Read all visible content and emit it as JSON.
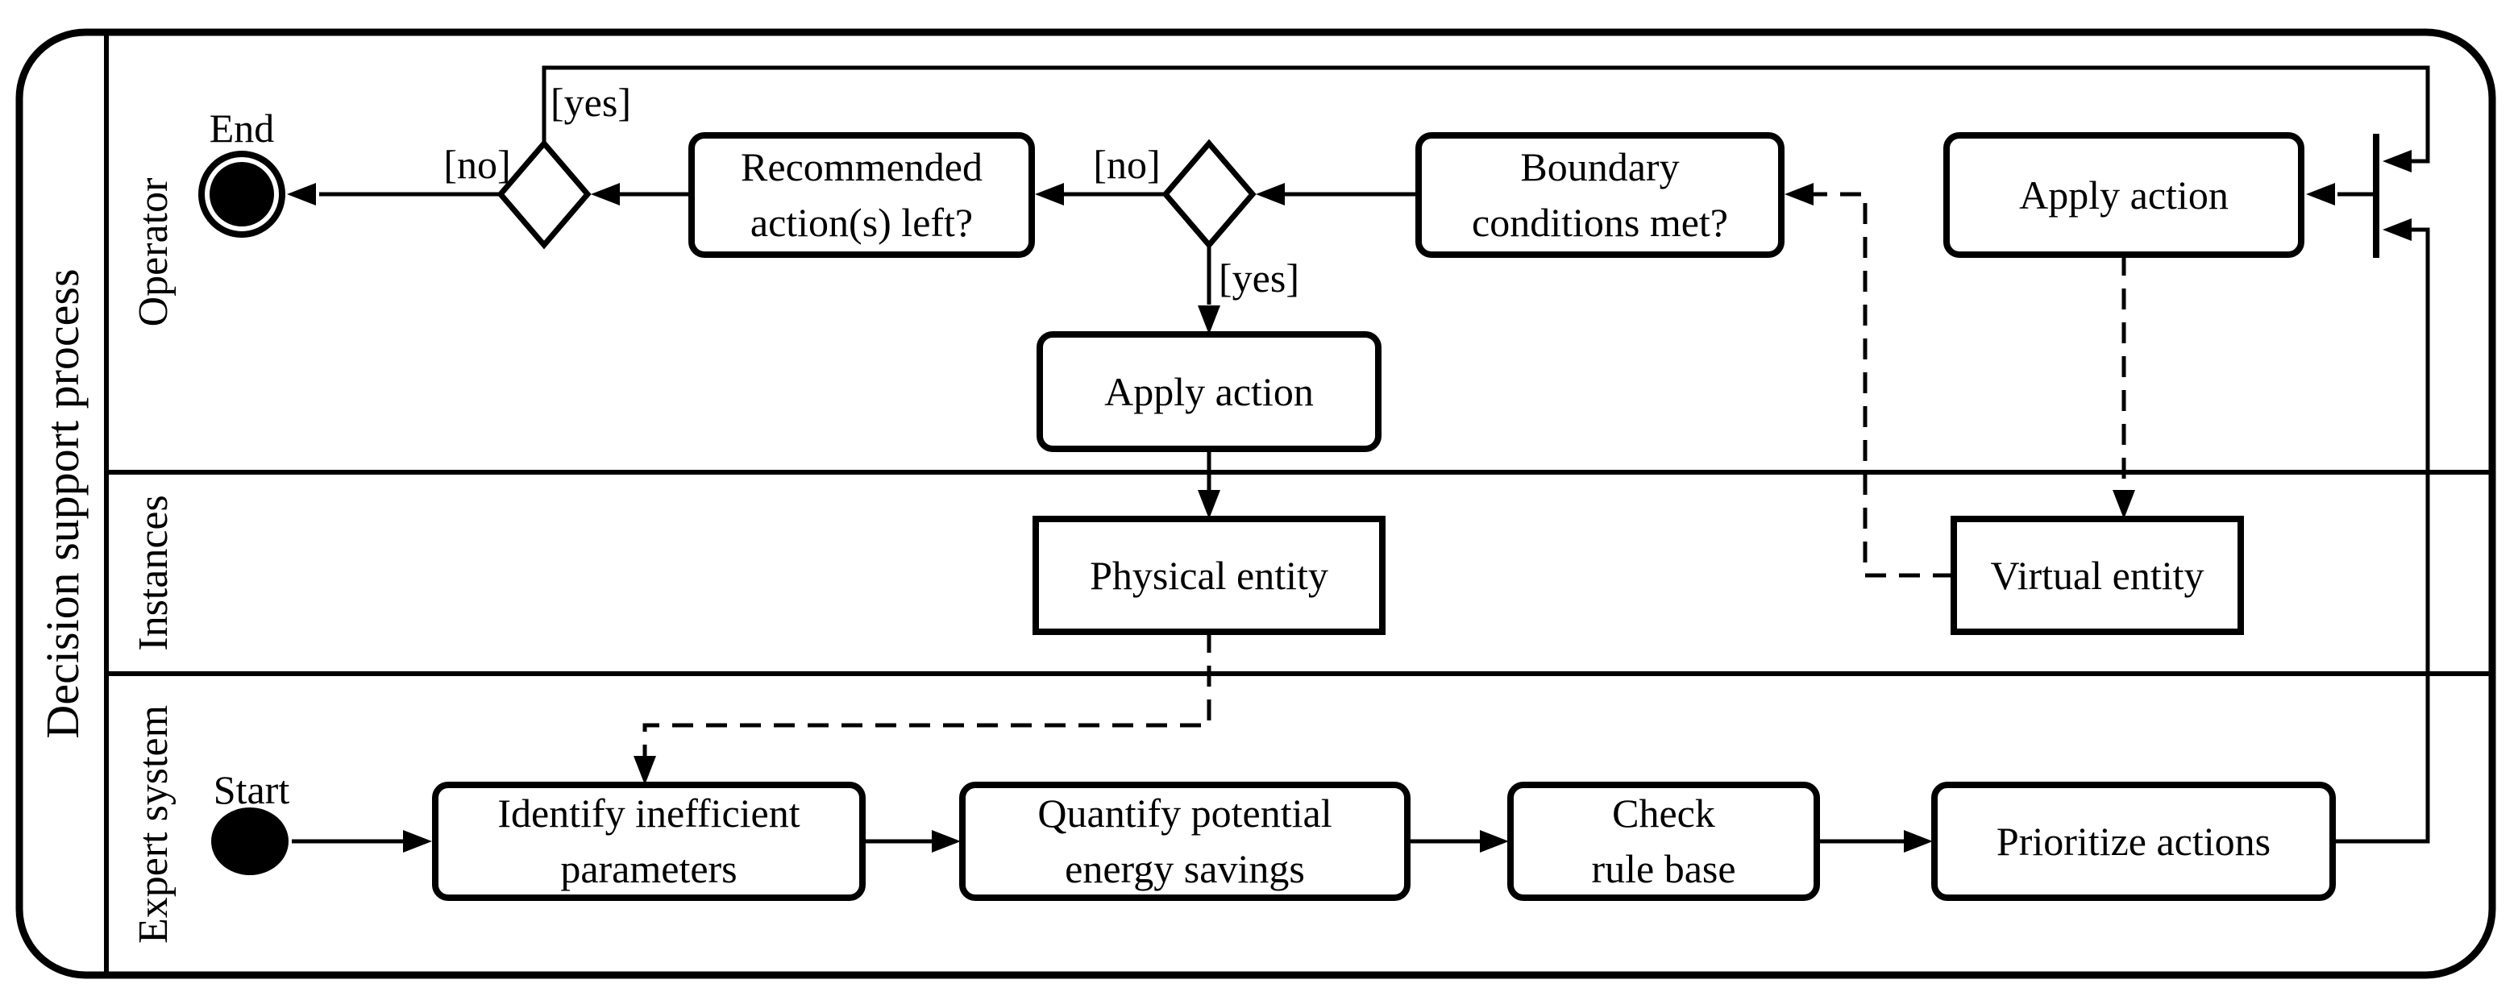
{
  "title": "Decision support process",
  "lanes": {
    "operator": "Operator",
    "instances": "Instances",
    "expert_system": "Expert system"
  },
  "nodes": {
    "end": "End",
    "start": "Start",
    "recommended": "Recommended\naction(s) left?",
    "boundary": "Boundary\nconditions met?",
    "apply_action_top": "Apply action",
    "apply_action_mid": "Apply action",
    "physical_entity": "Physical entity",
    "virtual_entity": "Virtual entity",
    "identify": "Identify inefficient\nparameters",
    "quantify": "Quantify potential\nenergy savings",
    "check": "Check\nrule base",
    "prioritize": "Prioritize actions"
  },
  "edge_labels": {
    "yes_top": "[yes]",
    "no_to_end": "[no]",
    "no_mid": "[no]",
    "yes_mid": "[yes]"
  },
  "colors": {
    "ink": "#000000",
    "background": "#ffffff"
  }
}
